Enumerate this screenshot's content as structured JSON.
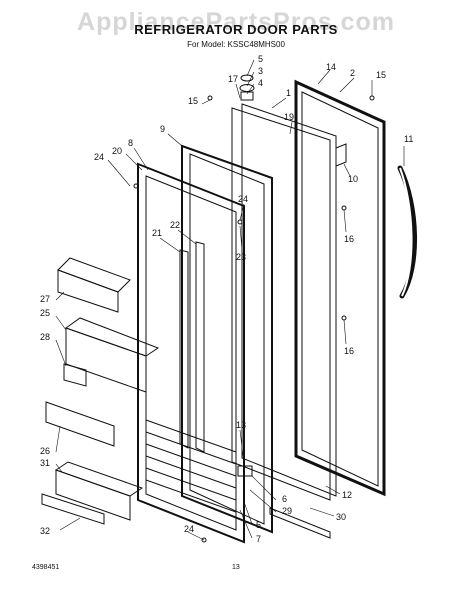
{
  "watermark": "AppliancePartsPros.com",
  "title": "REFRIGERATOR DOOR PARTS",
  "model_line": "For Model: KSSC48MHS00",
  "doc_number": "4398451",
  "page_number": "13",
  "callouts": [
    "5",
    "3",
    "4",
    "17",
    "14",
    "2",
    "15",
    "1",
    "15",
    "19",
    "9",
    "8",
    "20",
    "24",
    "10",
    "11",
    "24",
    "22",
    "21",
    "23",
    "16",
    "27",
    "25",
    "16",
    "28",
    "13",
    "26",
    "31",
    "6",
    "12",
    "29",
    "30",
    "5",
    "32",
    "24",
    "7"
  ]
}
